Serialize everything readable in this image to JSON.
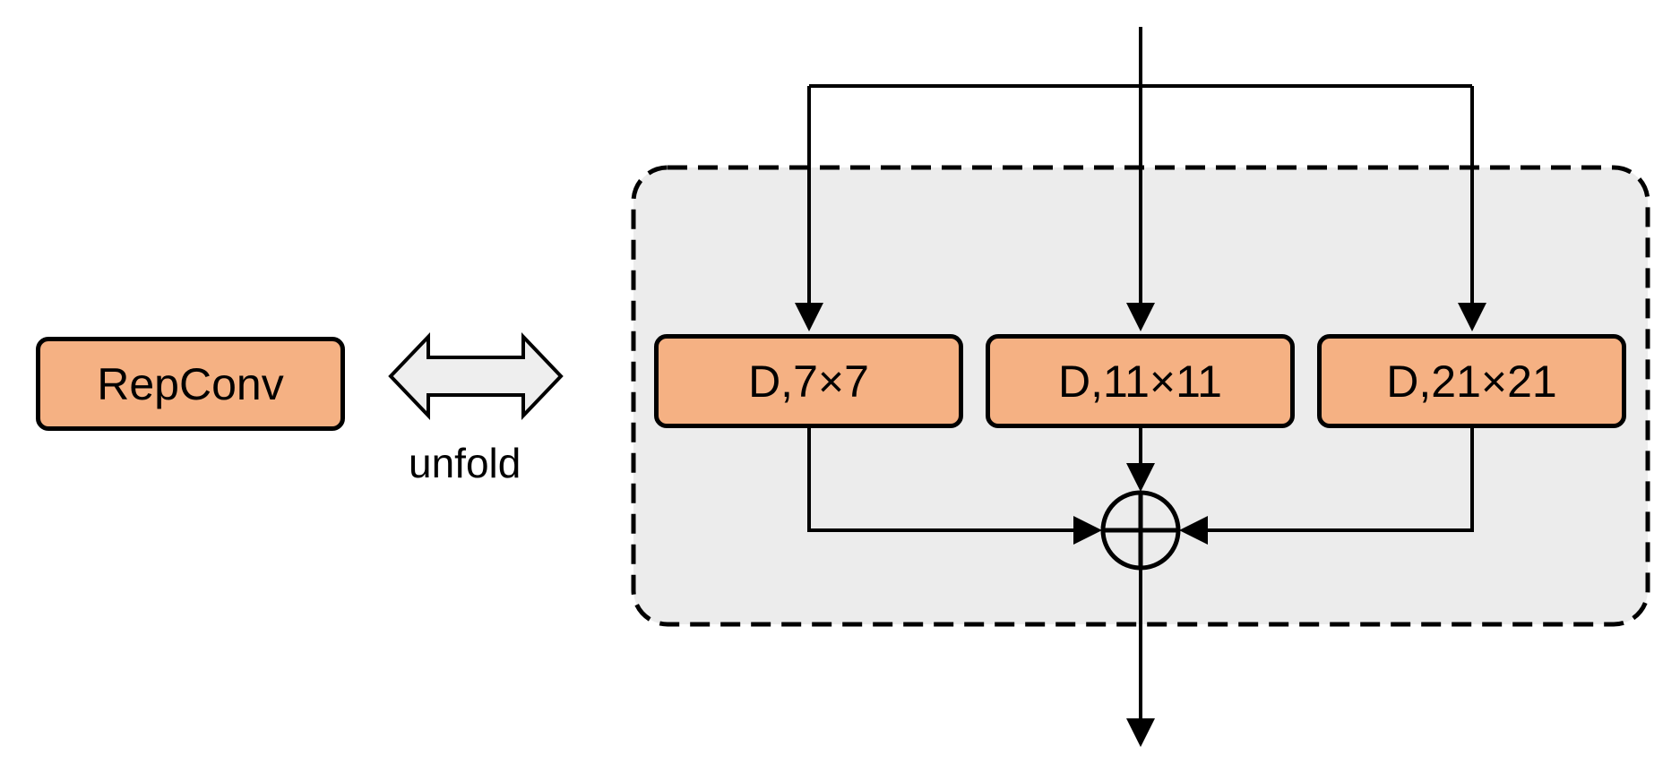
{
  "repconv": {
    "label": "RepConv"
  },
  "unfold": {
    "label": "unfold"
  },
  "branches": [
    {
      "label": "D,7×7"
    },
    {
      "label": "D,11×11"
    },
    {
      "label": "D,21×21"
    }
  ],
  "colors": {
    "box_fill": "#f5b183",
    "group_fill": "#ececec",
    "stroke": "#000000",
    "arrow_fill": "#eeeeee"
  }
}
